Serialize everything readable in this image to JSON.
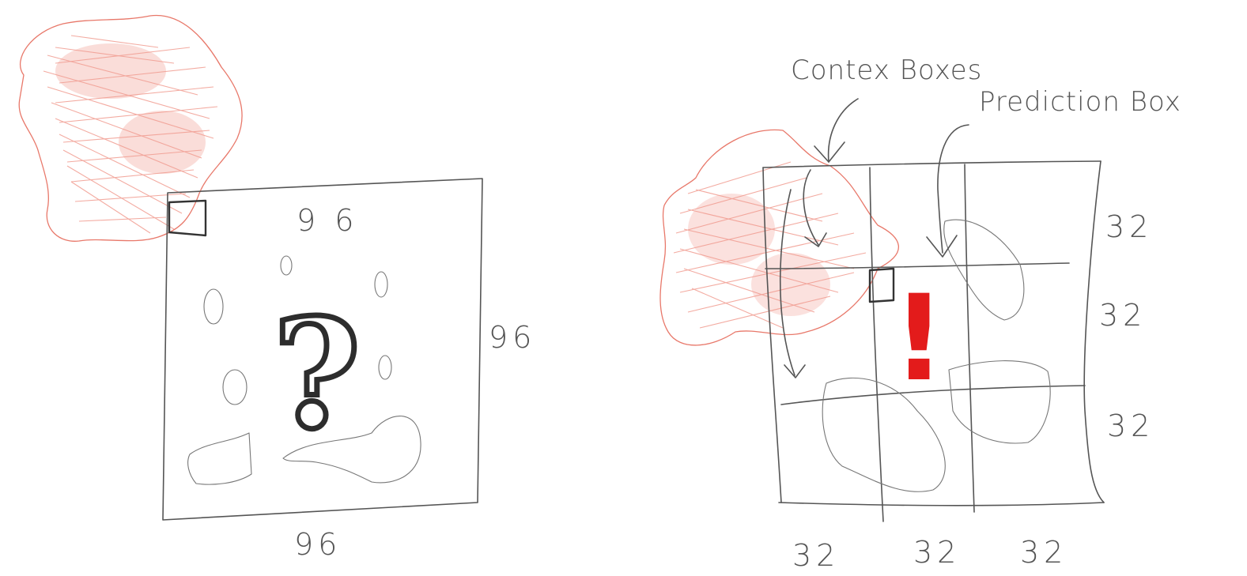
{
  "labels": {
    "left_top": "9 6",
    "left_right": "96",
    "left_bottom": "96",
    "context_boxes": "Contex Boxes",
    "prediction_box": "Prediction Box",
    "row1": "32",
    "row2": "32",
    "row3": "32",
    "col1": "32",
    "col2": "32",
    "col3": "32"
  },
  "symbols": {
    "question": "?",
    "exclamation": "!"
  },
  "colors": {
    "pencil": "#555555",
    "red_region": "#e8786a",
    "exclamation": "#e31b1b"
  }
}
